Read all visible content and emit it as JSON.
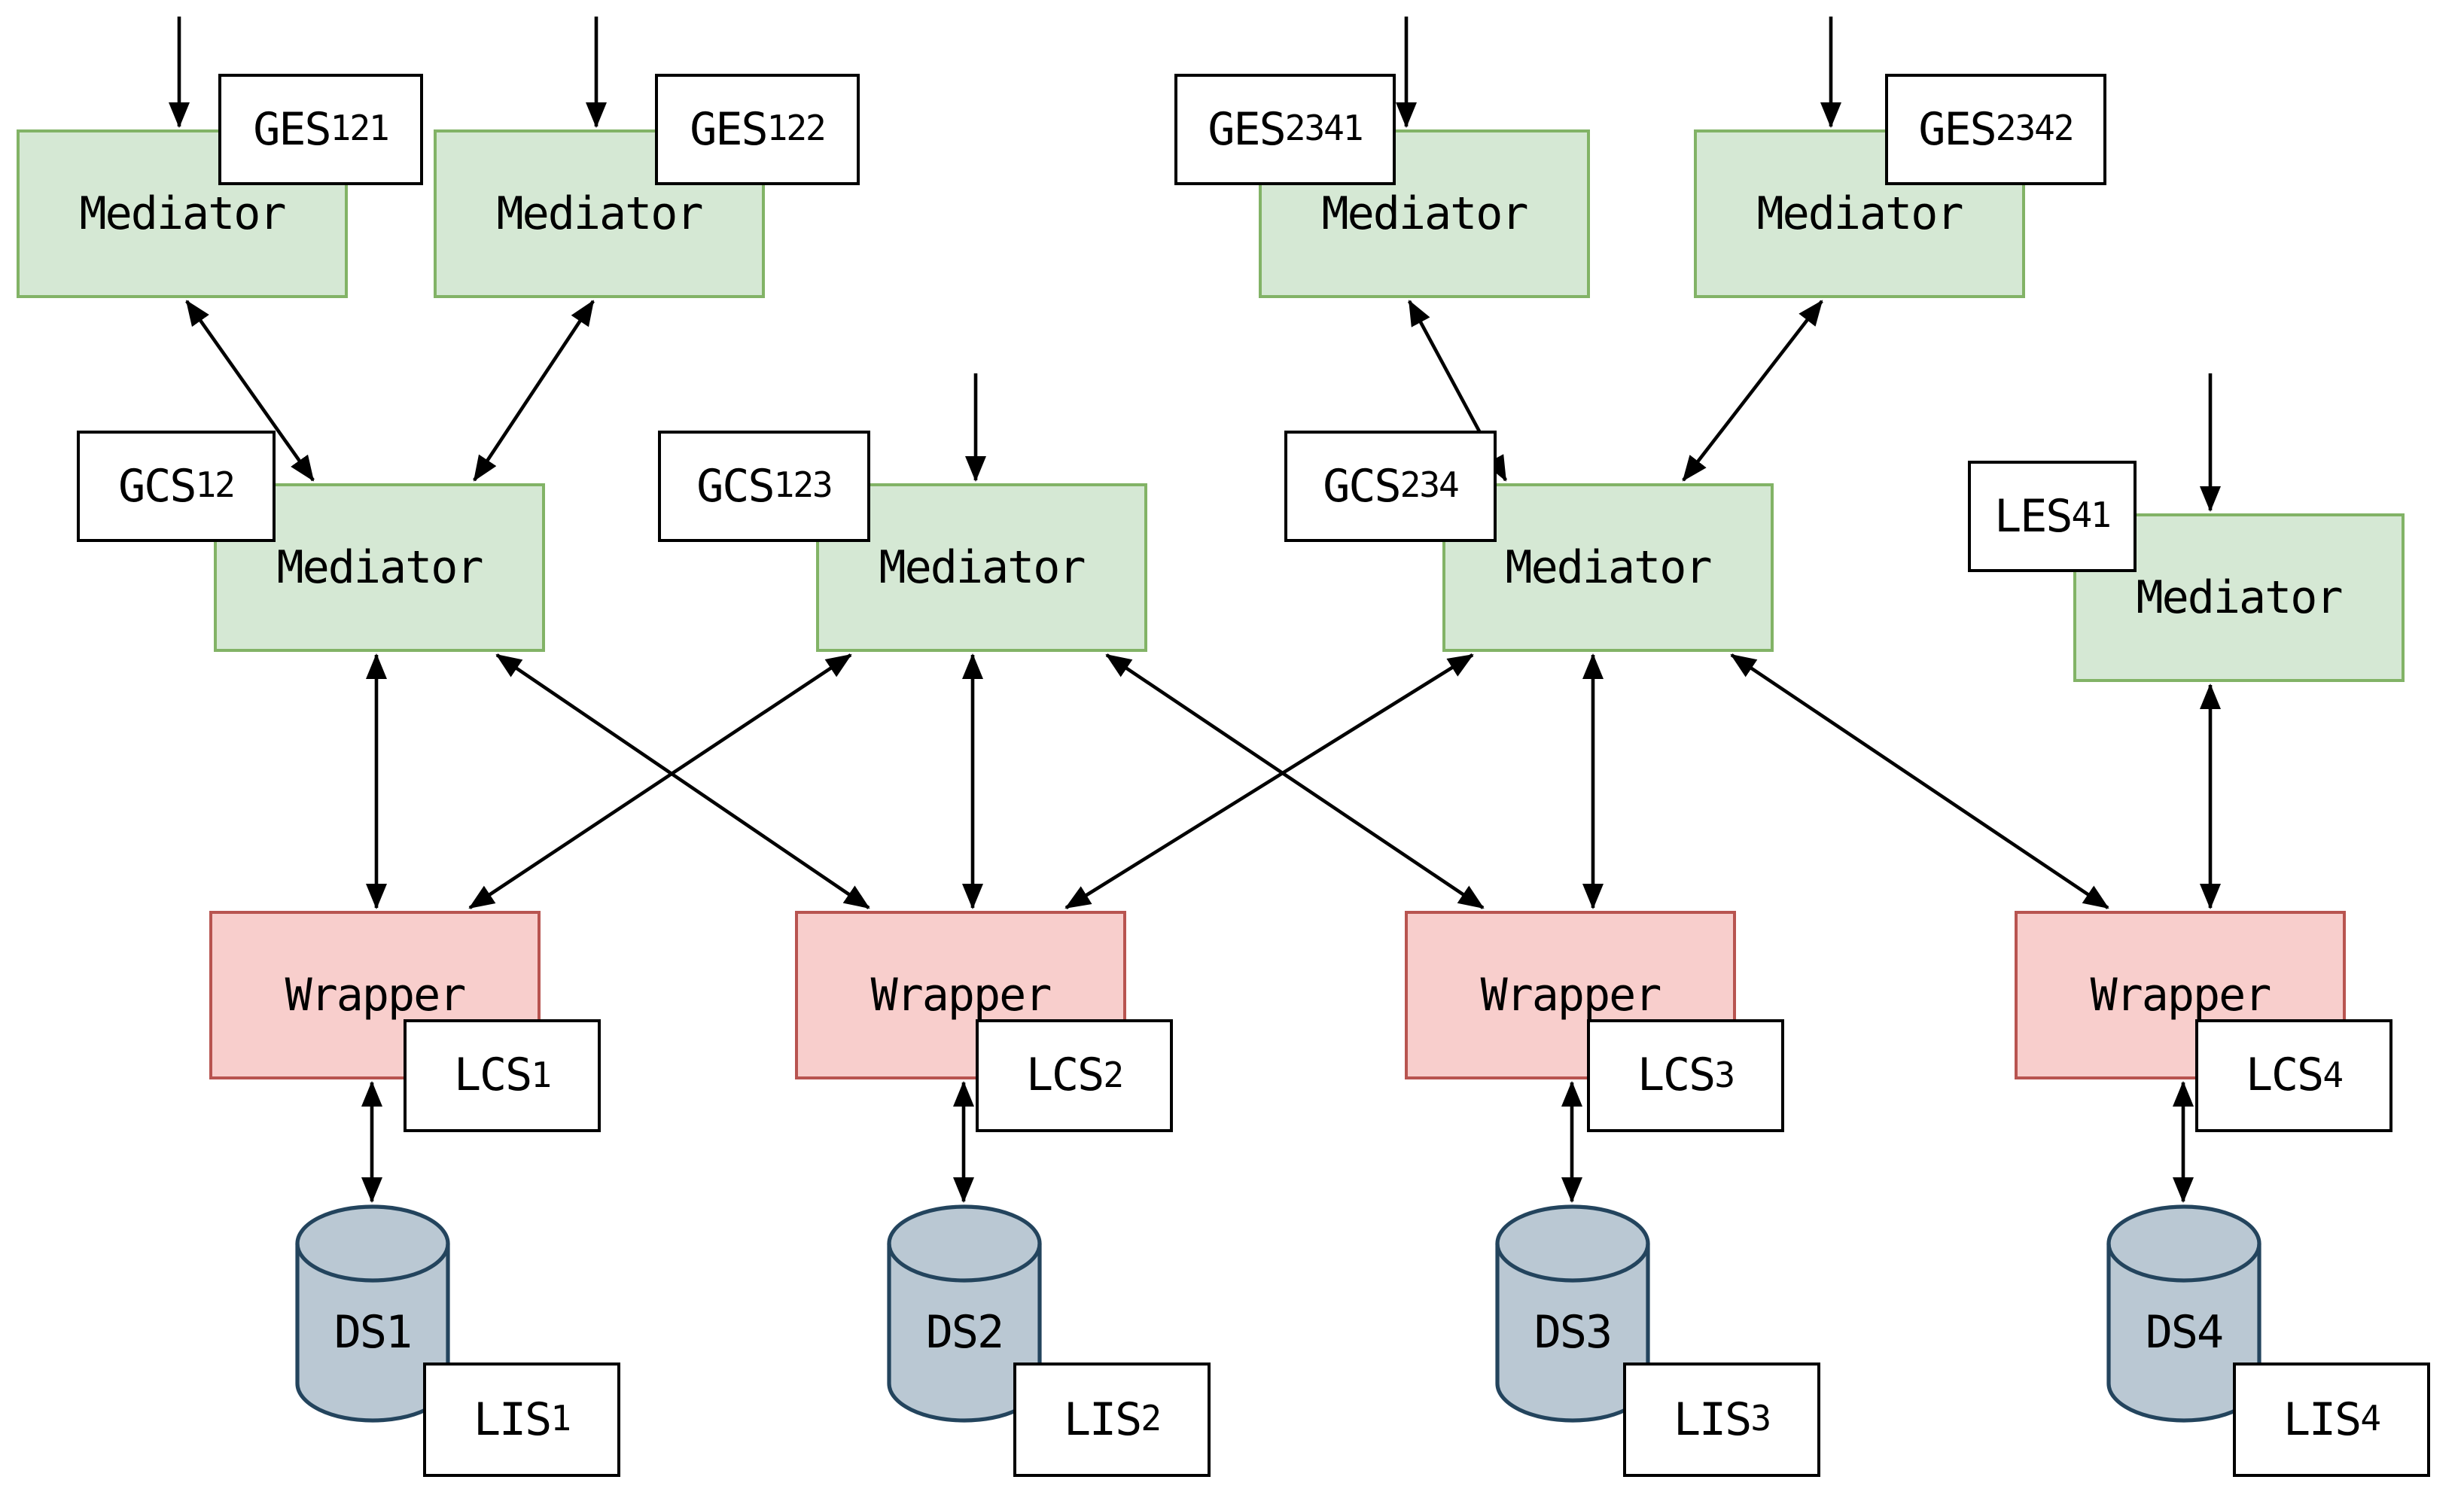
{
  "diagram": {
    "colors": {
      "background": "#ffffff",
      "mediator_fill": "#d5e8d4",
      "mediator_stroke": "#82b366",
      "wrapper_fill": "#f8cecc",
      "wrapper_stroke": "#b85450",
      "datasource_fill": "#bac8d3",
      "datasource_stroke": "#23445d",
      "label_box_fill": "#ffffff",
      "label_box_stroke": "#000000",
      "arrow": "#000000"
    },
    "top_mediators": [
      {
        "title": "Mediator",
        "schema": {
          "base": "GES",
          "sub": "121"
        }
      },
      {
        "title": "Mediator",
        "schema": {
          "base": "GES",
          "sub": "122"
        }
      },
      {
        "title": "Mediator",
        "schema": {
          "base": "GES",
          "sub": "2341"
        }
      },
      {
        "title": "Mediator",
        "schema": {
          "base": "GES",
          "sub": "2342"
        }
      }
    ],
    "mid_mediators": [
      {
        "title": "Mediator",
        "schema": {
          "base": "GCS",
          "sub": "12"
        }
      },
      {
        "title": "Mediator",
        "schema": {
          "base": "GCS",
          "sub": "123"
        }
      },
      {
        "title": "Mediator",
        "schema": {
          "base": "GCS",
          "sub": "234"
        }
      },
      {
        "title": "Mediator",
        "schema": {
          "base": "LES",
          "sub": "41"
        }
      }
    ],
    "wrappers": [
      {
        "title": "Wrapper",
        "schema": {
          "base": "LCS",
          "sub": "1"
        }
      },
      {
        "title": "Wrapper",
        "schema": {
          "base": "LCS",
          "sub": "2"
        }
      },
      {
        "title": "Wrapper",
        "schema": {
          "base": "LCS",
          "sub": "3"
        }
      },
      {
        "title": "Wrapper",
        "schema": {
          "base": "LCS",
          "sub": "4"
        }
      }
    ],
    "data_sources": [
      {
        "name": "DS1",
        "schema": {
          "base": "LIS",
          "sub": "1"
        }
      },
      {
        "name": "DS2",
        "schema": {
          "base": "LIS",
          "sub": "2"
        }
      },
      {
        "name": "DS3",
        "schema": {
          "base": "LIS",
          "sub": "3"
        }
      },
      {
        "name": "DS4",
        "schema": {
          "base": "LIS",
          "sub": "4"
        }
      }
    ],
    "connections": [
      {
        "from": "external",
        "to": "GES121-mediator",
        "type": "input"
      },
      {
        "from": "external",
        "to": "GES122-mediator",
        "type": "input"
      },
      {
        "from": "external",
        "to": "GES2341-mediator",
        "type": "input"
      },
      {
        "from": "external",
        "to": "GES2342-mediator",
        "type": "input"
      },
      {
        "from": "external",
        "to": "GCS123-mediator",
        "type": "input"
      },
      {
        "from": "external",
        "to": "LES41-mediator",
        "type": "input"
      },
      {
        "from": "GES121-mediator",
        "to": "GCS12-mediator",
        "type": "bidirectional"
      },
      {
        "from": "GES122-mediator",
        "to": "GCS12-mediator",
        "type": "bidirectional"
      },
      {
        "from": "GES2341-mediator",
        "to": "GCS234-mediator",
        "type": "bidirectional"
      },
      {
        "from": "GES2342-mediator",
        "to": "GCS234-mediator",
        "type": "bidirectional"
      },
      {
        "from": "GCS12-mediator",
        "to": "wrapper-1",
        "type": "bidirectional"
      },
      {
        "from": "GCS12-mediator",
        "to": "wrapper-2",
        "type": "bidirectional"
      },
      {
        "from": "GCS123-mediator",
        "to": "wrapper-1",
        "type": "bidirectional"
      },
      {
        "from": "GCS123-mediator",
        "to": "wrapper-2",
        "type": "bidirectional"
      },
      {
        "from": "GCS123-mediator",
        "to": "wrapper-3",
        "type": "bidirectional"
      },
      {
        "from": "GCS234-mediator",
        "to": "wrapper-2",
        "type": "bidirectional"
      },
      {
        "from": "GCS234-mediator",
        "to": "wrapper-3",
        "type": "bidirectional"
      },
      {
        "from": "GCS234-mediator",
        "to": "wrapper-4",
        "type": "bidirectional"
      },
      {
        "from": "LES41-mediator",
        "to": "wrapper-4",
        "type": "bidirectional"
      },
      {
        "from": "wrapper-1",
        "to": "DS1",
        "type": "bidirectional"
      },
      {
        "from": "wrapper-2",
        "to": "DS2",
        "type": "bidirectional"
      },
      {
        "from": "wrapper-3",
        "to": "DS3",
        "type": "bidirectional"
      },
      {
        "from": "wrapper-4",
        "to": "DS4",
        "type": "bidirectional"
      }
    ]
  }
}
